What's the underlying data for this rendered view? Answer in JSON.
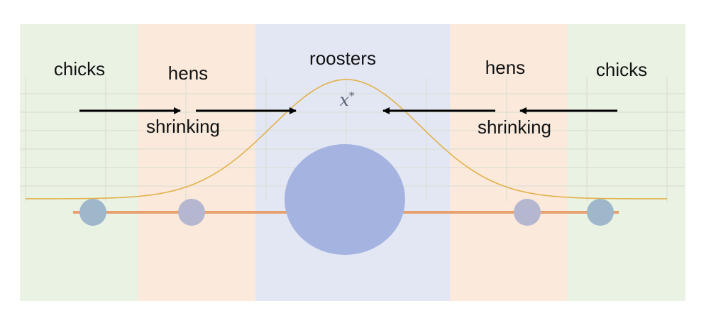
{
  "regions": [
    {
      "key": "chicks-left",
      "color": "#eaf2e4"
    },
    {
      "key": "hens-left",
      "color": "#fbeadc"
    },
    {
      "key": "roosters",
      "color": "#e3e7f4"
    },
    {
      "key": "hens-right",
      "color": "#fbeadc"
    },
    {
      "key": "chicks-right",
      "color": "#eaf2e4"
    }
  ],
  "labels": {
    "chicks_left": "chicks",
    "hens_left": "hens",
    "roosters": "roosters",
    "hens_right": "hens",
    "chicks_right": "chicks",
    "shrinking_left": "shrinking",
    "shrinking_right": "shrinking",
    "optimum_var": "x",
    "optimum_sup": "*"
  },
  "colors": {
    "curve": "#e3b14a",
    "baseline": "#e7a170",
    "chick_circle": "#9fb7cb",
    "hen_circle": "#b5b6cf",
    "rooster_circle": "#a5b3e0",
    "arrow": "#000000",
    "grid": "#d7dccf"
  }
}
